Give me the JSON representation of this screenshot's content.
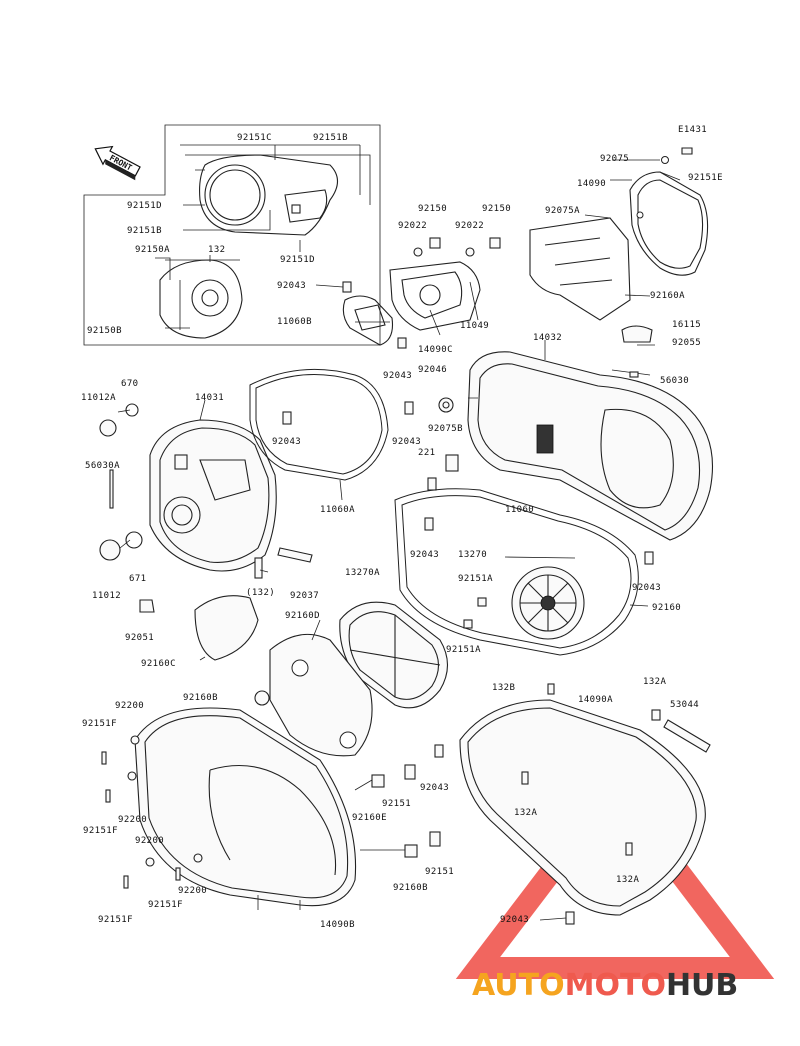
{
  "diagram": {
    "figure_code": "E1431",
    "front_label": "FRONT",
    "watermark": {
      "part1": "AUTO",
      "part2": "MOTO",
      "part3": "HUB",
      "colors": {
        "auto": "#f5a41f",
        "moto": "#ef5a4e",
        "hub": "#333333",
        "triangle": "#ef4b43"
      }
    },
    "labels": {
      "l1431": "E1431",
      "l92151C": "92151C",
      "l92151B_top": "92151B",
      "l92151D_left": "92151D",
      "l92151B_left": "92151B",
      "l92151D_bottom": "92151D",
      "l92150A": "92150A",
      "l132_inset": "132",
      "l92150B": "92150B",
      "l92150_a": "92150",
      "l92150_b": "92150",
      "l92022_a": "92022",
      "l92022_b": "92022",
      "l92043_a": "92043",
      "l11060B": "11060B",
      "l11049": "11049",
      "l14090C": "14090C",
      "l92043_b": "92043",
      "l92075": "92075",
      "l14090": "14090",
      "l92151E": "92151E",
      "l92075A": "92075A",
      "l92160A": "92160A",
      "l14032": "14032",
      "l16115": "16115",
      "l92055": "92055",
      "l56030": "56030",
      "l92046": "92046",
      "l670": "670",
      "l11012A": "11012A",
      "l14031": "14031",
      "l92043_c": "92043",
      "l92043_d": "92043",
      "l92075B": "92075B",
      "l221": "221",
      "l56030A": "56030A",
      "l11060A": "11060A",
      "l11060": "11060",
      "l92043_e": "92043",
      "l13270": "13270",
      "l671": "671",
      "l11012": "11012",
      "l132_paren": "(132)",
      "l92037": "92037",
      "l13270A": "13270A",
      "l92151A_a": "92151A",
      "l92043_f": "92043",
      "l92160": "92160",
      "l92051": "92051",
      "l92160D": "92160D",
      "l92151A_b": "92151A",
      "l92160C": "92160C",
      "l132B": "132B",
      "l14090A": "14090A",
      "l132A_a": "132A",
      "l53044": "53044",
      "l92160B_a": "92160B",
      "l92200_a": "92200",
      "l92151F_a": "92151F",
      "l92200_b": "92200",
      "l92151F_b": "92151F",
      "l92151_a": "92151",
      "l92160E": "92160E",
      "l92043_g": "92043",
      "l132A_b": "132A",
      "l92200_c": "92200",
      "l92200_d": "92200",
      "l92151F_c": "92151F",
      "l92151F_d": "92151F",
      "l92151_b": "92151",
      "l92160B_b": "92160B",
      "l14090B": "14090B",
      "l132A_c": "132A",
      "l92043_h": "92043"
    }
  }
}
